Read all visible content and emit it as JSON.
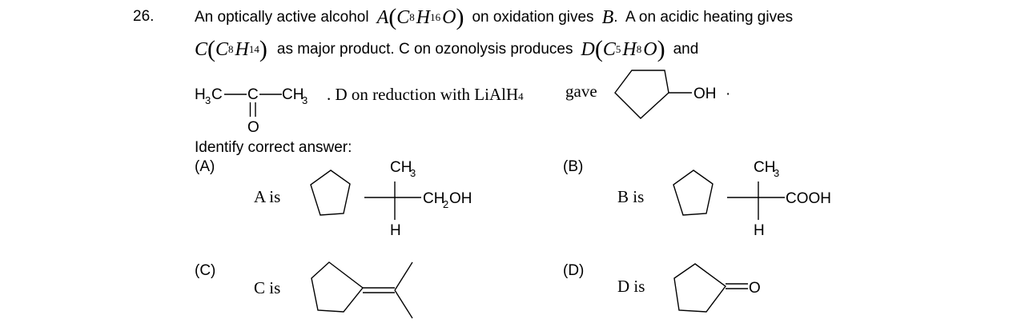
{
  "question": {
    "number": "26.",
    "line1": {
      "t1": "An optically active alcohol",
      "A": "A",
      "C": "C",
      "c_sub": "8",
      "H": "H",
      "h_sub": "16",
      "O": "O",
      "t2": "on oxidation gives",
      "B": "B",
      "t3": ".  A on acidic heating gives"
    },
    "line2": {
      "C": "C",
      "C2": "C",
      "c_sub": "8",
      "H": "H",
      "h_sub": "14",
      "t1": "as major product.  C on ozonolysis produces",
      "D": "D",
      "C3": "C",
      "c3_sub": "5",
      "H2": "H",
      "h2_sub": "8",
      "O": "O",
      "t2": "and"
    },
    "line3": {
      "acetone_left": "H",
      "acetone_left_sub": "3",
      "acetone_left_c": "C",
      "acetone_center": "C",
      "acetone_right": "CH",
      "acetone_right_sub": "3",
      "acetone_o": "O",
      "t1": ". D on reduction with LiAlH",
      "t1_sub": "4",
      "t2": "gave",
      "oh": "OH",
      "dot": "·"
    },
    "prompt": "Identify correct answer:"
  },
  "options": {
    "A": {
      "label": "(A)",
      "text": "A is",
      "top": "CH",
      "top_sub": "3",
      "right": "CH",
      "right_sub": "2",
      "right_end": "OH",
      "bottom": "H"
    },
    "B": {
      "label": "(B)",
      "text": "B is",
      "top": "CH",
      "top_sub": "3",
      "right": "COOH",
      "bottom": "H"
    },
    "C": {
      "label": "(C)",
      "text": "C is"
    },
    "D": {
      "label": "(D)",
      "text": "D is",
      "right": "O"
    }
  }
}
